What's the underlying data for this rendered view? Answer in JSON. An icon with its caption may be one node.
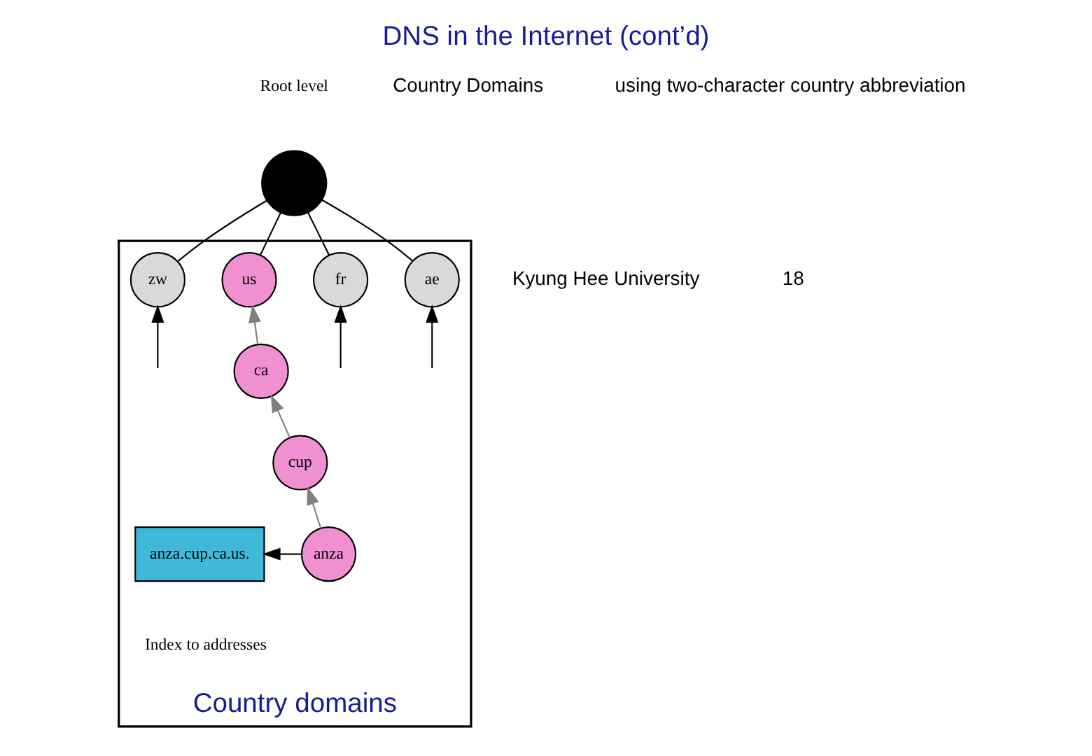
{
  "diagram": {
    "title": "DNS in the Internet (cont’d)",
    "nodes": [
      {
        "text": [],
        "shape": "circle",
        "beside": [
          "Root level"
        ]
      },
      {
        "text": [
          "Country domains"
        ]
      },
      {
        "text": [
          "ae"
        ],
        "in": 1
      },
      {
        "text": [
          "fr"
        ],
        "in": 1
      },
      {
        "text": [
          "us"
        ],
        "in": 1
      },
      {
        "text": [
          "zw"
        ],
        "in": 1
      },
      {
        "text": [
          "ca"
        ],
        "in": 1
      },
      {
        "text": [
          "cup"
        ],
        "in": 1
      },
      {
        "text": [
          "anza"
        ],
        "in": 1
      },
      {
        "text": [
          "anza.cup.ca.us."
        ],
        "in": 1,
        "beside": [
          "Index to addresses"
        ]
      }
    ],
    "edges": [
      {
        "from": 0,
        "to": 2,
        "arrow": "none"
      },
      {
        "from": 0,
        "to": 3,
        "arrow": "none"
      },
      {
        "from": 0,
        "to": 4,
        "arrow": "none"
      },
      {
        "from": 0,
        "to": 5,
        "arrow": "none"
      },
      {
        "from": null,
        "to": 2,
        "arrow": "to"
      },
      {
        "from": null,
        "to": 3,
        "arrow": "to"
      },
      {
        "from": 6,
        "to": 4,
        "arrow": "to",
        "color": "#808080"
      },
      {
        "from": null,
        "to": 5,
        "arrow": "to"
      },
      {
        "from": 7,
        "to": 6,
        "arrow": "to",
        "color": "#808080"
      },
      {
        "from": 8,
        "to": 7,
        "arrow": "to",
        "color": "#808080"
      },
      {
        "from": 8,
        "to": 9,
        "arrow": "to"
      }
    ],
    "labels": [
      "Country Domains",
      "using two-character country abbreviation",
      "Kyung Hee University",
      "18"
    ]
  }
}
